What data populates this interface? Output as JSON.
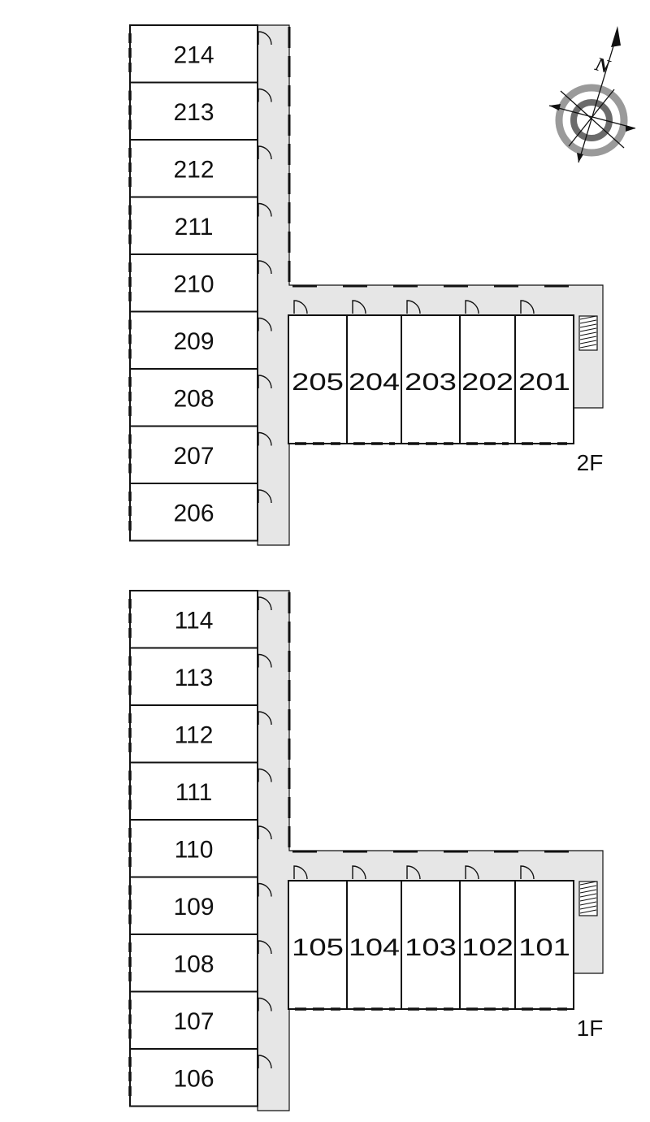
{
  "floors": [
    {
      "label": "2F",
      "west_wing_rooms": [
        "214",
        "213",
        "212",
        "211",
        "210",
        "209",
        "208",
        "207",
        "206"
      ],
      "south_wing_rooms": [
        "205",
        "204",
        "203",
        "202",
        "201"
      ]
    },
    {
      "label": "1F",
      "west_wing_rooms": [
        "114",
        "113",
        "112",
        "111",
        "110",
        "109",
        "108",
        "107",
        "106"
      ],
      "south_wing_rooms": [
        "105",
        "104",
        "103",
        "102",
        "101"
      ]
    }
  ],
  "compass": {
    "north_label": "N",
    "icon": "compass-rose-icon"
  },
  "colors": {
    "corridor": "#e6e6e6",
    "wall": "#111111",
    "compass_grey": "#9a9a9a"
  }
}
